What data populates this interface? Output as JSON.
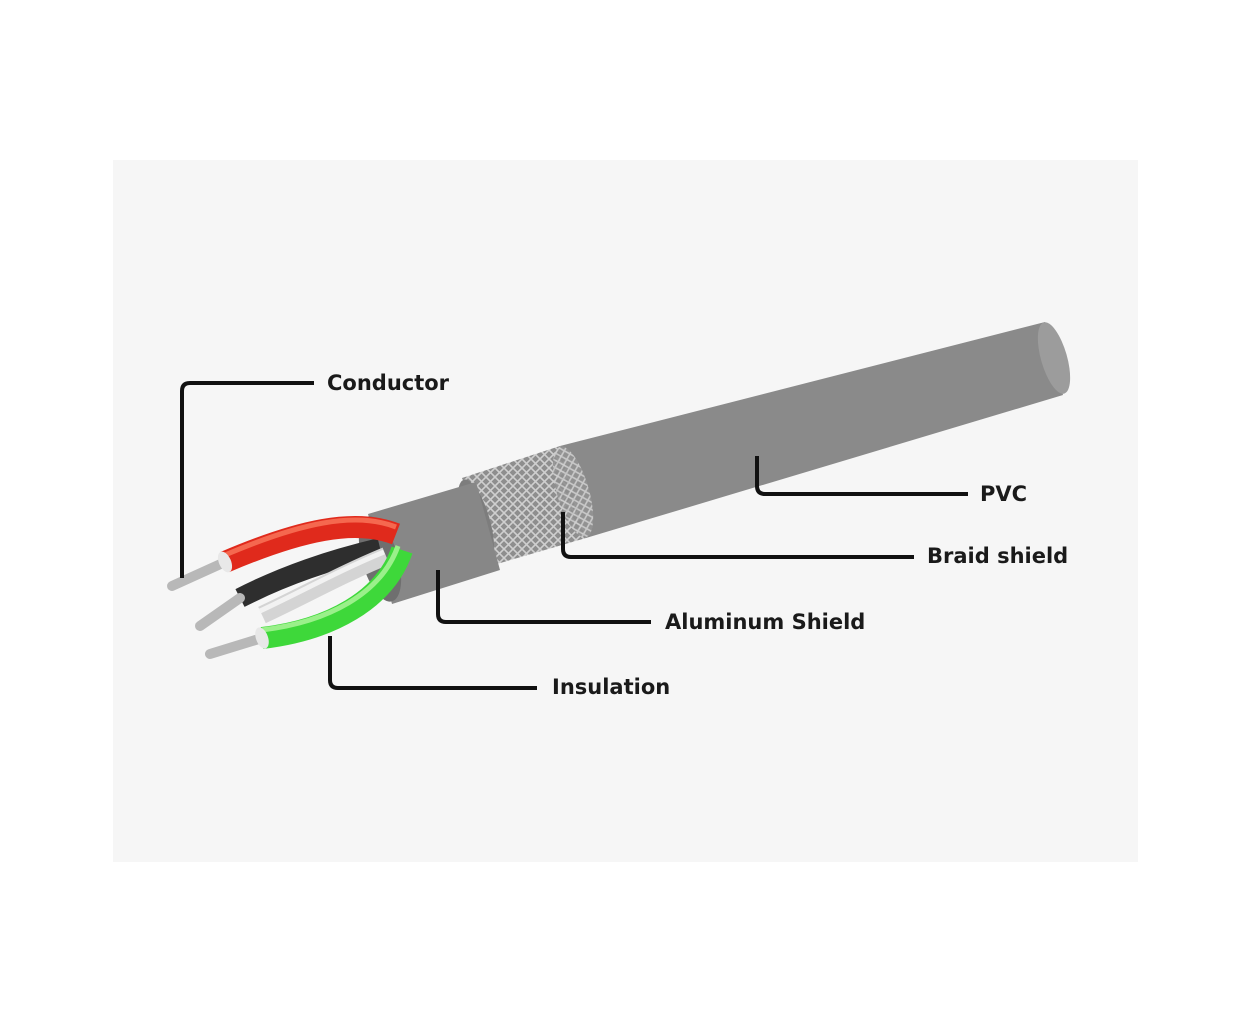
{
  "labels": {
    "conductor": "Conductor",
    "pvc": "PVC",
    "braid_shield": "Braid shield",
    "aluminum_shield": "Aluminum Shield",
    "insulation": "Insulation"
  },
  "colors": {
    "jacket": "#9a9a9a",
    "red_wire": "#e5271a",
    "green_wire": "#3ed83a",
    "black_wire": "#3a3a3a",
    "white_wire": "#d8d8d8",
    "leader": "#111111"
  }
}
